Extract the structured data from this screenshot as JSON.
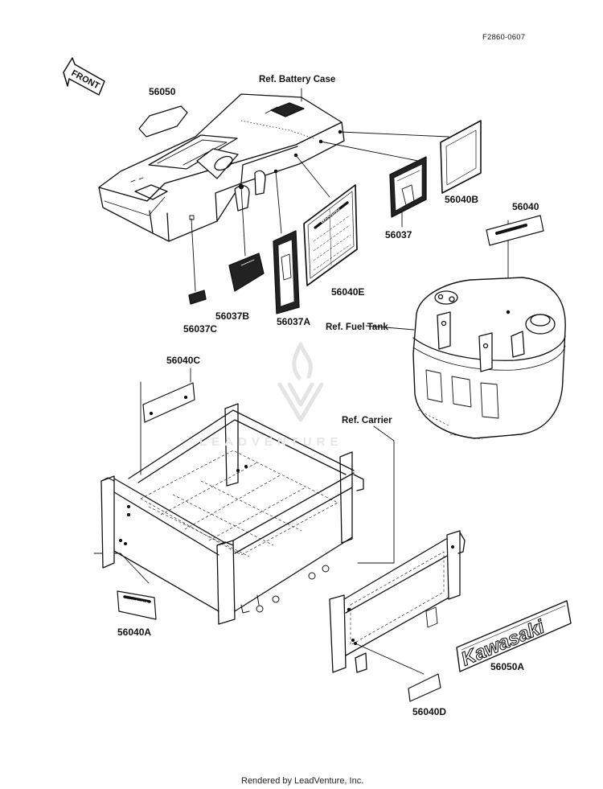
{
  "diagram": {
    "code": "F2860-0607",
    "front_label": "FRONT",
    "refs": {
      "battery_case": "Ref. Battery Case",
      "fuel_tank": "Ref. Fuel Tank",
      "carrier": "Ref. Carrier"
    },
    "parts": {
      "p56050": "56050",
      "p56040B": "56040B",
      "p56040": "56040",
      "p56037": "56037",
      "p56040E": "56040E",
      "p56037A": "56037A",
      "p56037B": "56037B",
      "p56037C": "56037C",
      "p56040C": "56040C",
      "p56040A": "56040A",
      "p56050A": "56050A",
      "p56040D": "56040D"
    },
    "decal_text": {
      "brand": "Kawasaki",
      "warning": "WARNING"
    },
    "watermark": "LEADVENTURE",
    "footer": "Rendered by LeadVenture, Inc."
  }
}
